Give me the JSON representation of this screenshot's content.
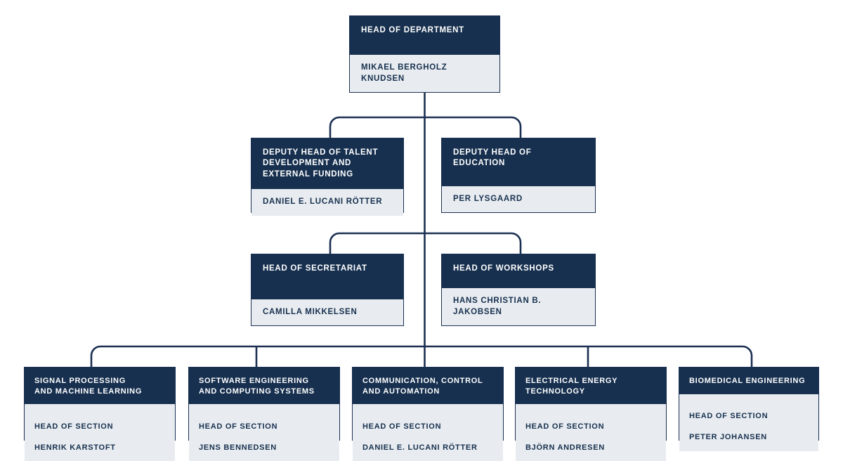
{
  "diagram": {
    "title": "Department organisational chart",
    "colors": {
      "navy": "#17304f",
      "border": "#1b3052",
      "panel": "#e8ecf0",
      "page": "#ffffff",
      "title_text": "#ffffff",
      "person_text": "#17304f"
    }
  },
  "levels": {
    "head": {
      "title": "HEAD OF DEPARTMENT",
      "person": "MIKAEL BERGHOLZ KNUDSEN"
    },
    "deputies": [
      {
        "title": "DEPUTY HEAD OF TALENT\nDEVELOPMENT AND\nEXTERNAL FUNDING",
        "person": "DANIEL E. LUCANI RÖTTER"
      },
      {
        "title": "DEPUTY HEAD OF\nEDUCATION",
        "person": "PER LYSGAARD"
      }
    ],
    "support": [
      {
        "title": "HEAD OF SECRETARIAT",
        "person": "CAMILLA MIKKELSEN"
      },
      {
        "title": "HEAD OF WORKSHOPS",
        "person": "HANS CHRISTIAN B. JAKOBSEN"
      }
    ],
    "sections": [
      {
        "title": "SIGNAL PROCESSING\nAND MACHINE LEARNING",
        "role": "HEAD OF SECTION",
        "person": "HENRIK KARSTOFT"
      },
      {
        "title": "SOFTWARE ENGINEERING\nAND COMPUTING SYSTEMS",
        "role": "HEAD OF SECTION",
        "person": "JENS BENNEDSEN"
      },
      {
        "title": "COMMUNICATION, CONTROL\nAND AUTOMATION",
        "role": "HEAD OF SECTION",
        "person": "DANIEL E. LUCANI RÖTTER"
      },
      {
        "title": "ELECTRICAL ENERGY\nTECHNOLOGY",
        "role": "HEAD OF SECTION",
        "person": "BJÖRN ANDRESEN"
      },
      {
        "title": "BIOMEDICAL ENGINEERING",
        "role": "HEAD OF SECTION",
        "person": "PETER JOHANSEN"
      }
    ]
  }
}
